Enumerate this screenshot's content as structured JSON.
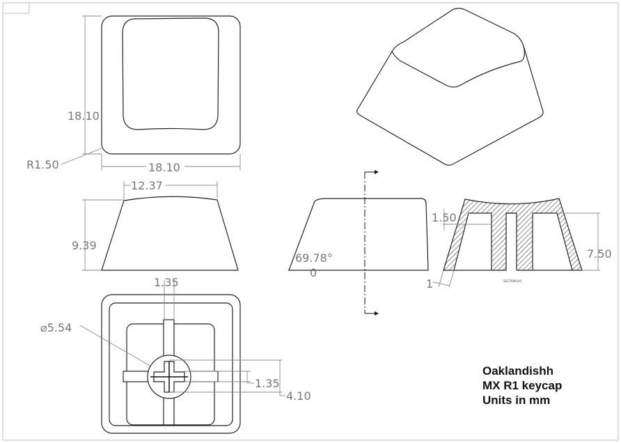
{
  "top_view": {
    "height_dim": "18.10",
    "width_dim": "18.10",
    "radius_dim": "R1.50"
  },
  "front_view": {
    "top_width_dim": "12.37",
    "height_dim": "9.39"
  },
  "side_view": {
    "angle_dim": "69.78°",
    "angle_sub": "0"
  },
  "section_view": {
    "label": "SECTION B-B",
    "top_thickness_dim": "1.50",
    "height_dim": "7.50",
    "wall_dim": "1"
  },
  "bottom_view": {
    "stem_width_dim": "1.35",
    "diameter_dim": "⌀5.54",
    "cross_width_dim": "1.35",
    "cross_length_dim": "4.10"
  },
  "title_note": {
    "line1": "Oaklandishh",
    "line2": "MX R1 keycap",
    "line3": "Units in mm"
  }
}
